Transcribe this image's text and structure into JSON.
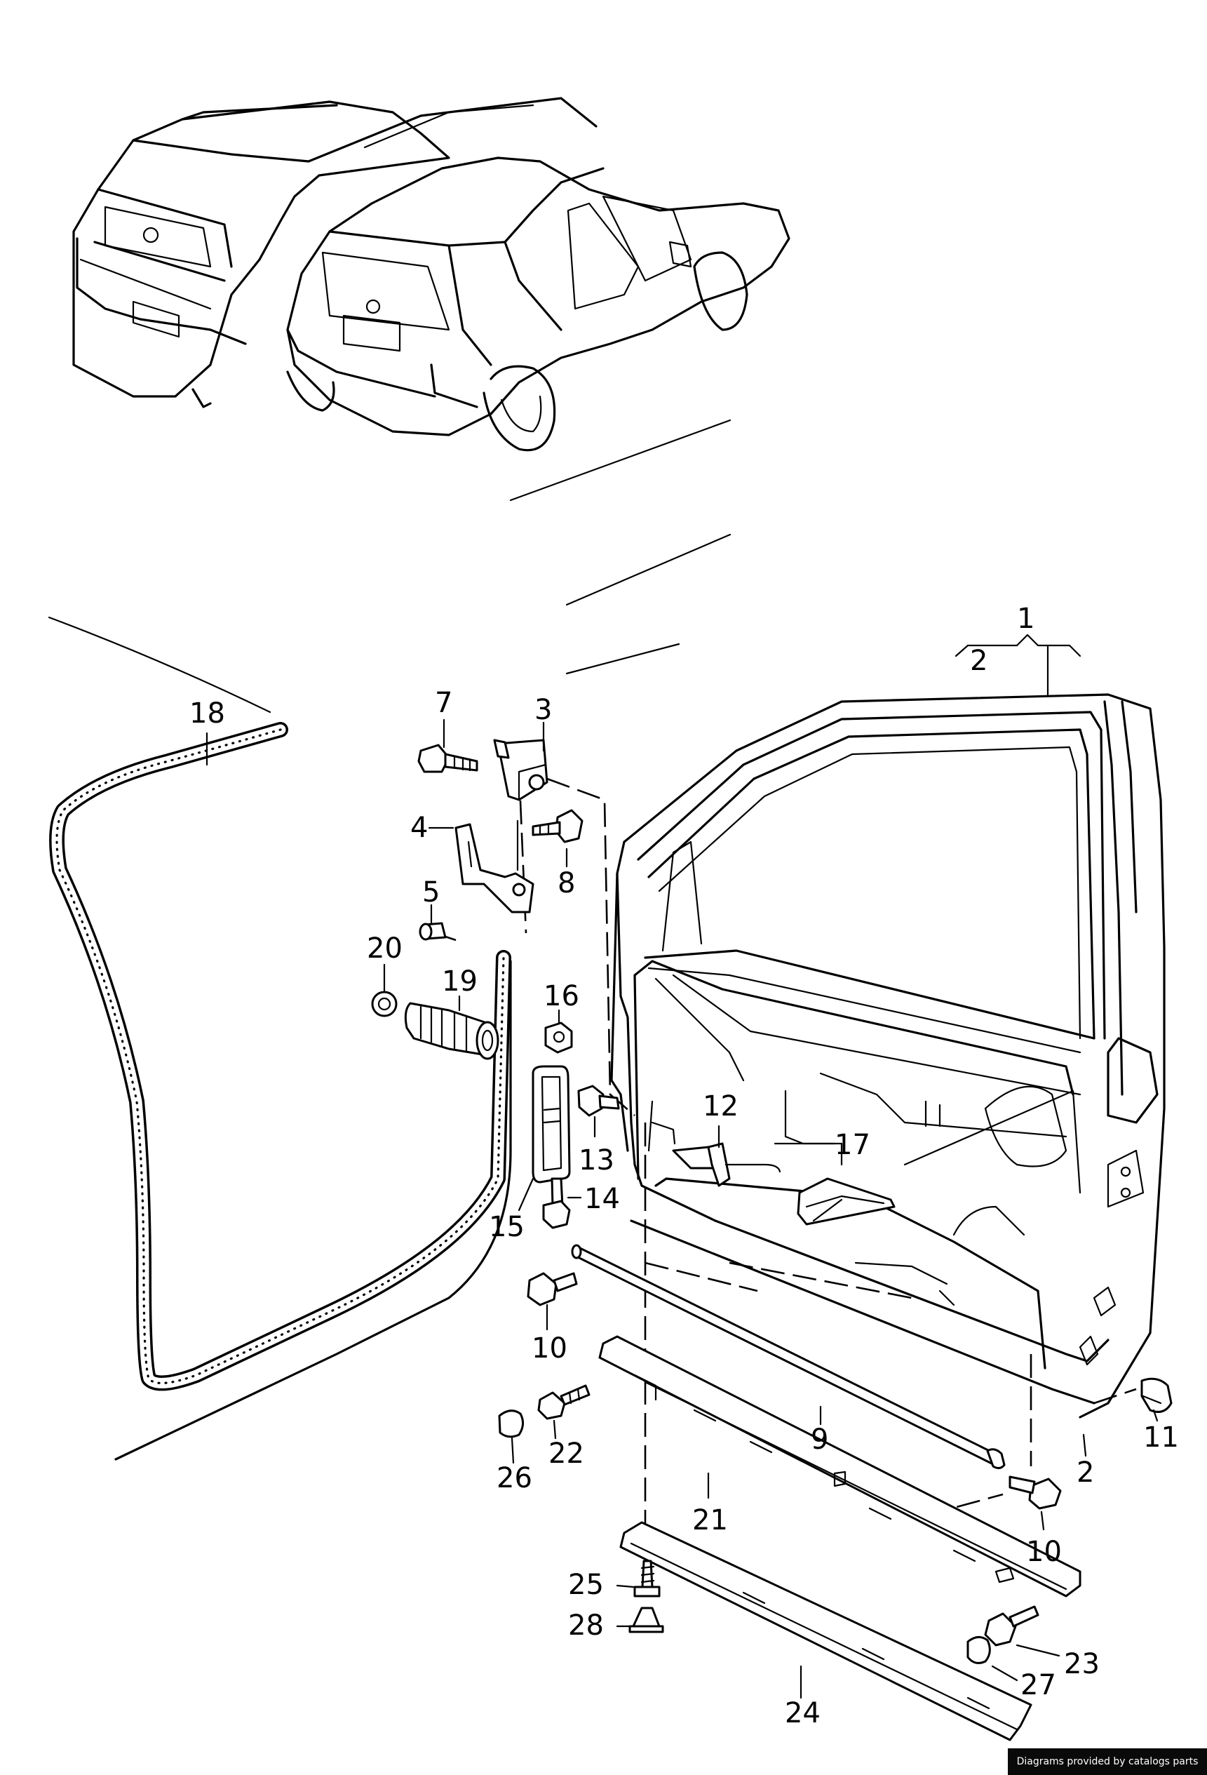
{
  "callouts": {
    "p1": "1",
    "p2a": "2",
    "p2b": "2",
    "p3": "3",
    "p4": "4",
    "p5": "5",
    "p7": "7",
    "p8": "8",
    "p9": "9",
    "p10a": "10",
    "p10b": "10",
    "p11": "11",
    "p12": "12",
    "p13": "13",
    "p14": "14",
    "p15": "15",
    "p16": "16",
    "p17": "17",
    "p18": "18",
    "p19": "19",
    "p20": "20",
    "p21": "21",
    "p22": "22",
    "p23": "23",
    "p24": "24",
    "p25": "25",
    "p26": "26",
    "p27": "27",
    "p28": "28"
  },
  "footer": {
    "credit": "Diagrams provided by catalogs parts"
  }
}
